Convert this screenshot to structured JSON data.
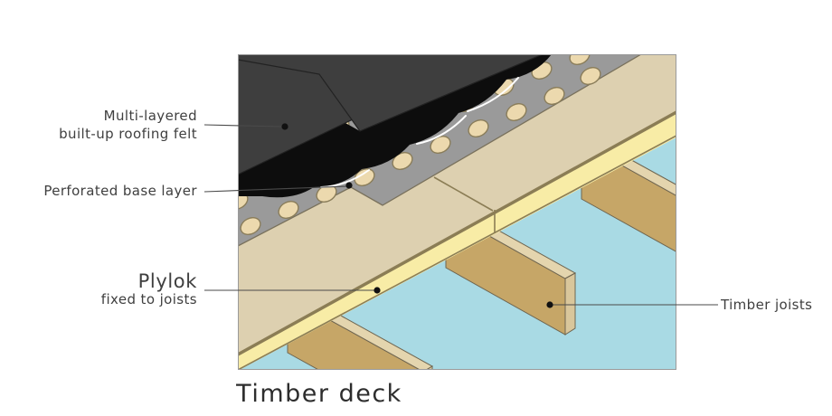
{
  "title": "Timber deck",
  "labels": {
    "felt": {
      "line1": "Multi-layered",
      "line2": "built-up roofing felt"
    },
    "perforated": {
      "text": "Perforated base layer"
    },
    "plylok": {
      "name": "Plylok",
      "sub": "fixed to joists"
    },
    "joists": {
      "text": "Timber joists"
    }
  },
  "colors": {
    "felt_gray": "#3e3e3e",
    "bitumen_black": "#0d0d0d",
    "perforated_gray": "#9a9a9a",
    "hole_cream": "#ecd9ae",
    "deck_tan": "#ddd0b0",
    "plylok_yellow": "#f8eca6",
    "edge_olive": "#8b7d55",
    "ceiling_blue": "#a9dae4",
    "joist_side": "#c6a667",
    "joist_top": "#e4d5ae",
    "joist_end": "#d9c69b",
    "label_text": "#3f3f3f"
  }
}
